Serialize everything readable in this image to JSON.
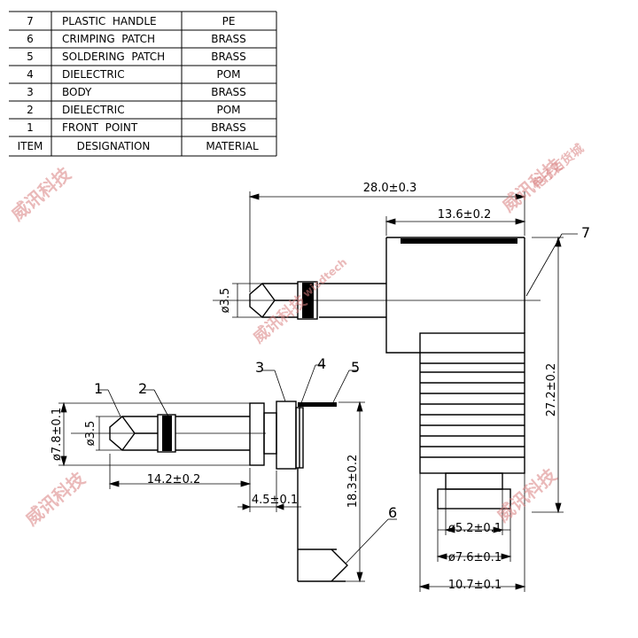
{
  "bom": {
    "rows": [
      {
        "item": "7",
        "designation": "PLASTIC  HANDLE",
        "material": "PE"
      },
      {
        "item": "6",
        "designation": "CRIMPING  PATCH",
        "material": "BRASS"
      },
      {
        "item": "5",
        "designation": "SOLDERING  PATCH",
        "material": "BRASS"
      },
      {
        "item": "4",
        "designation": "DIELECTRIC",
        "material": "POM"
      },
      {
        "item": "3",
        "designation": "BODY",
        "material": "BRASS"
      },
      {
        "item": "2",
        "designation": "DIELECTRIC",
        "material": "POM"
      },
      {
        "item": "1",
        "designation": "FRONT  POINT",
        "material": "BRASS"
      }
    ],
    "header": {
      "item": "ITEM",
      "designation": "DESIGNATION",
      "material": "MATERIAL"
    }
  },
  "dimensions": {
    "overall_length": "28.0±0.3",
    "handle_width": "13.6±0.2",
    "pin_dia_top": "ø3.5",
    "handle_height": "27.2±0.2",
    "body_dia": "ø7.8±0.1",
    "pin_dia_side": "ø3.5",
    "pin_length": "14.2±0.2",
    "flange": "4.5±0.1",
    "tail_height": "18.3±0.2",
    "cable_inner": "ø5.2±0.1",
    "cable_outer": "ø7.6±0.1",
    "base_width": "10.7±0.1"
  },
  "callouts": {
    "c1": "1",
    "c2": "2",
    "c3": "3",
    "c4": "4",
    "c5": "5",
    "c6": "6",
    "c7": "7"
  },
  "watermark": {
    "brand": "威讯科技",
    "sub": "电子百货城",
    "site": "wisdtech"
  }
}
